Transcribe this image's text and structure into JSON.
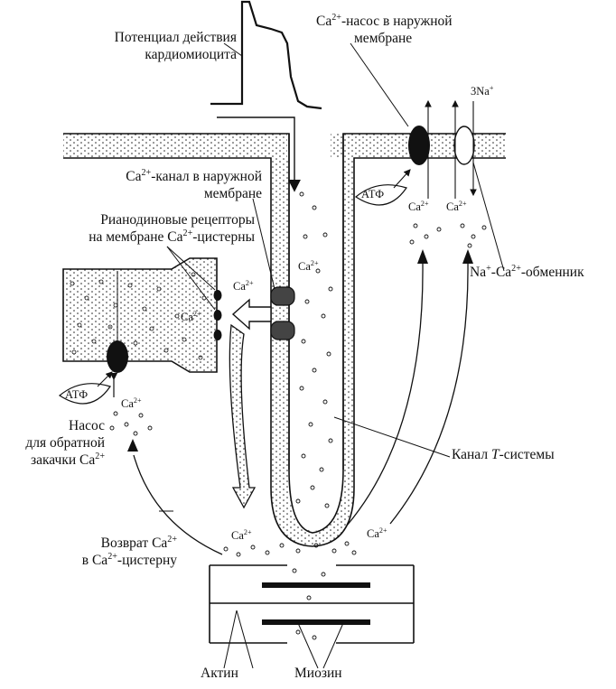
{
  "labels": {
    "action_potential": [
      "Потенциал действия",
      "кардиомиоцита"
    ],
    "pump_outer": [
      "-насос в наружной",
      "мембране"
    ],
    "channel_outer": [
      "-канал в наружной",
      "мембране"
    ],
    "ryanodine": [
      "Рианодиновые рецепторы",
      "на мембране Ca",
      "-цистерны"
    ],
    "exchanger": "-обменник",
    "t_channel": "Канал ",
    "t_channel_italic": "T",
    "t_channel_end": "-системы",
    "reuptake_pump": [
      "Насос",
      "для обратной",
      "закачки Ca"
    ],
    "return": [
      "Возврат Ca",
      "в Ca",
      "-цистерну"
    ],
    "actin": "Актин",
    "myosin": "Миозин",
    "three_na": "3Na",
    "atp": "АТФ",
    "ca": "Ca",
    "na": "Na",
    "charge_2plus": "2+",
    "plus": "+"
  }
}
